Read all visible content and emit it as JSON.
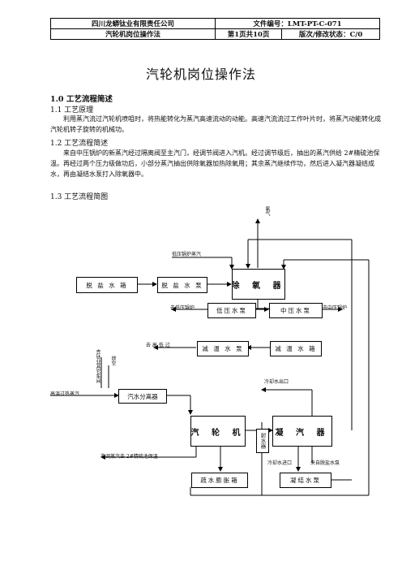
{
  "header": {
    "company": "四川龙蟒钛业有限责任公司",
    "doc_no": "文件编号：LMT-PT-C-071",
    "doc_name": "汽轮机岗位操作法",
    "page": "第1页共10页",
    "version": "版次/修改状态：C/0"
  },
  "title": "汽轮机岗位操作法",
  "section1": {
    "heading": "1.0 工艺流程简述",
    "s11": {
      "heading": "1.1 工艺原理",
      "text": "利用蒸汽流过汽轮机喷咀时，将热能转化为蒸汽高速流动的动能。高速汽流流过工作叶片时，将蒸汽动能转化成汽轮机转子旋转的机械功。"
    },
    "s12": {
      "heading": "1.2 工艺流程简述",
      "text": "来自中压锅炉的新蒸汽经过隔离阀至主汽门，经调节阀进入汽机。经过调节级后，抽出的蒸汽供给 2#精硫池保温。再经过两个压力级做功后，小部分蒸汽抽出供除氧器加热除氧用；其余蒸汽继续作功，然后进入凝汽器凝结成水，再由凝结水泵打入除氧器中。"
    },
    "s13": {
      "heading": "1.3 工艺流程简图"
    }
  },
  "diagram": {
    "boxes": {
      "desalt_tank": "脱 盐 水 箱",
      "desalt_pump": "脱 盐 水 泵",
      "deaerator": "除 氧 器",
      "lp_pump": "低压水泵",
      "mp_pump": "中压水泵",
      "desuper_pump": "减 温 水 泵",
      "desuper_tank": "减 温 水 箱",
      "separator": "汽水分离器",
      "turbine": "汽 轮 机",
      "condenser": "凝 汽 器",
      "ejector": "射水器",
      "drain_tank": "疏水膨胀箱",
      "cond_pump": "凝结水泵"
    },
    "labels": {
      "oxygen": "氧气",
      "lp_boiler_steam": "低压锅炉蒸汽",
      "to_lp_boiler": "去低压锅炉",
      "to_mp_boiler": "去中压锅炉",
      "to_hp_superheater": "去 高 低 过",
      "to_ti_shop": "去钛业其它车间",
      "vent": "放空",
      "hp_superheated": "高温过热蒸汽",
      "cooling_water_out": "冷却水出口",
      "cooling_water_in": "冷却水进口",
      "from_desalt_pump": "来自脱盐水泵",
      "extract_to_sulfur": "非调蒸汽去 2#精硫池保温"
    }
  }
}
